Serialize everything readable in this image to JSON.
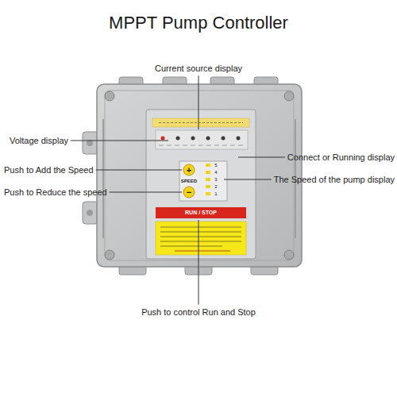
{
  "diagram": {
    "title": "MPPT Pump Controller",
    "labels": [
      "Current source display",
      "Voltage display",
      "Connect or Running display",
      "Push to Add the Speed",
      "The Speed of the pump display",
      "Push to Reduce the speed",
      "Push to control Run and Stop",
      "+",
      "SPEED",
      "−",
      "5",
      "4",
      "3",
      "2",
      "1",
      "RUN / STOP"
    ]
  }
}
